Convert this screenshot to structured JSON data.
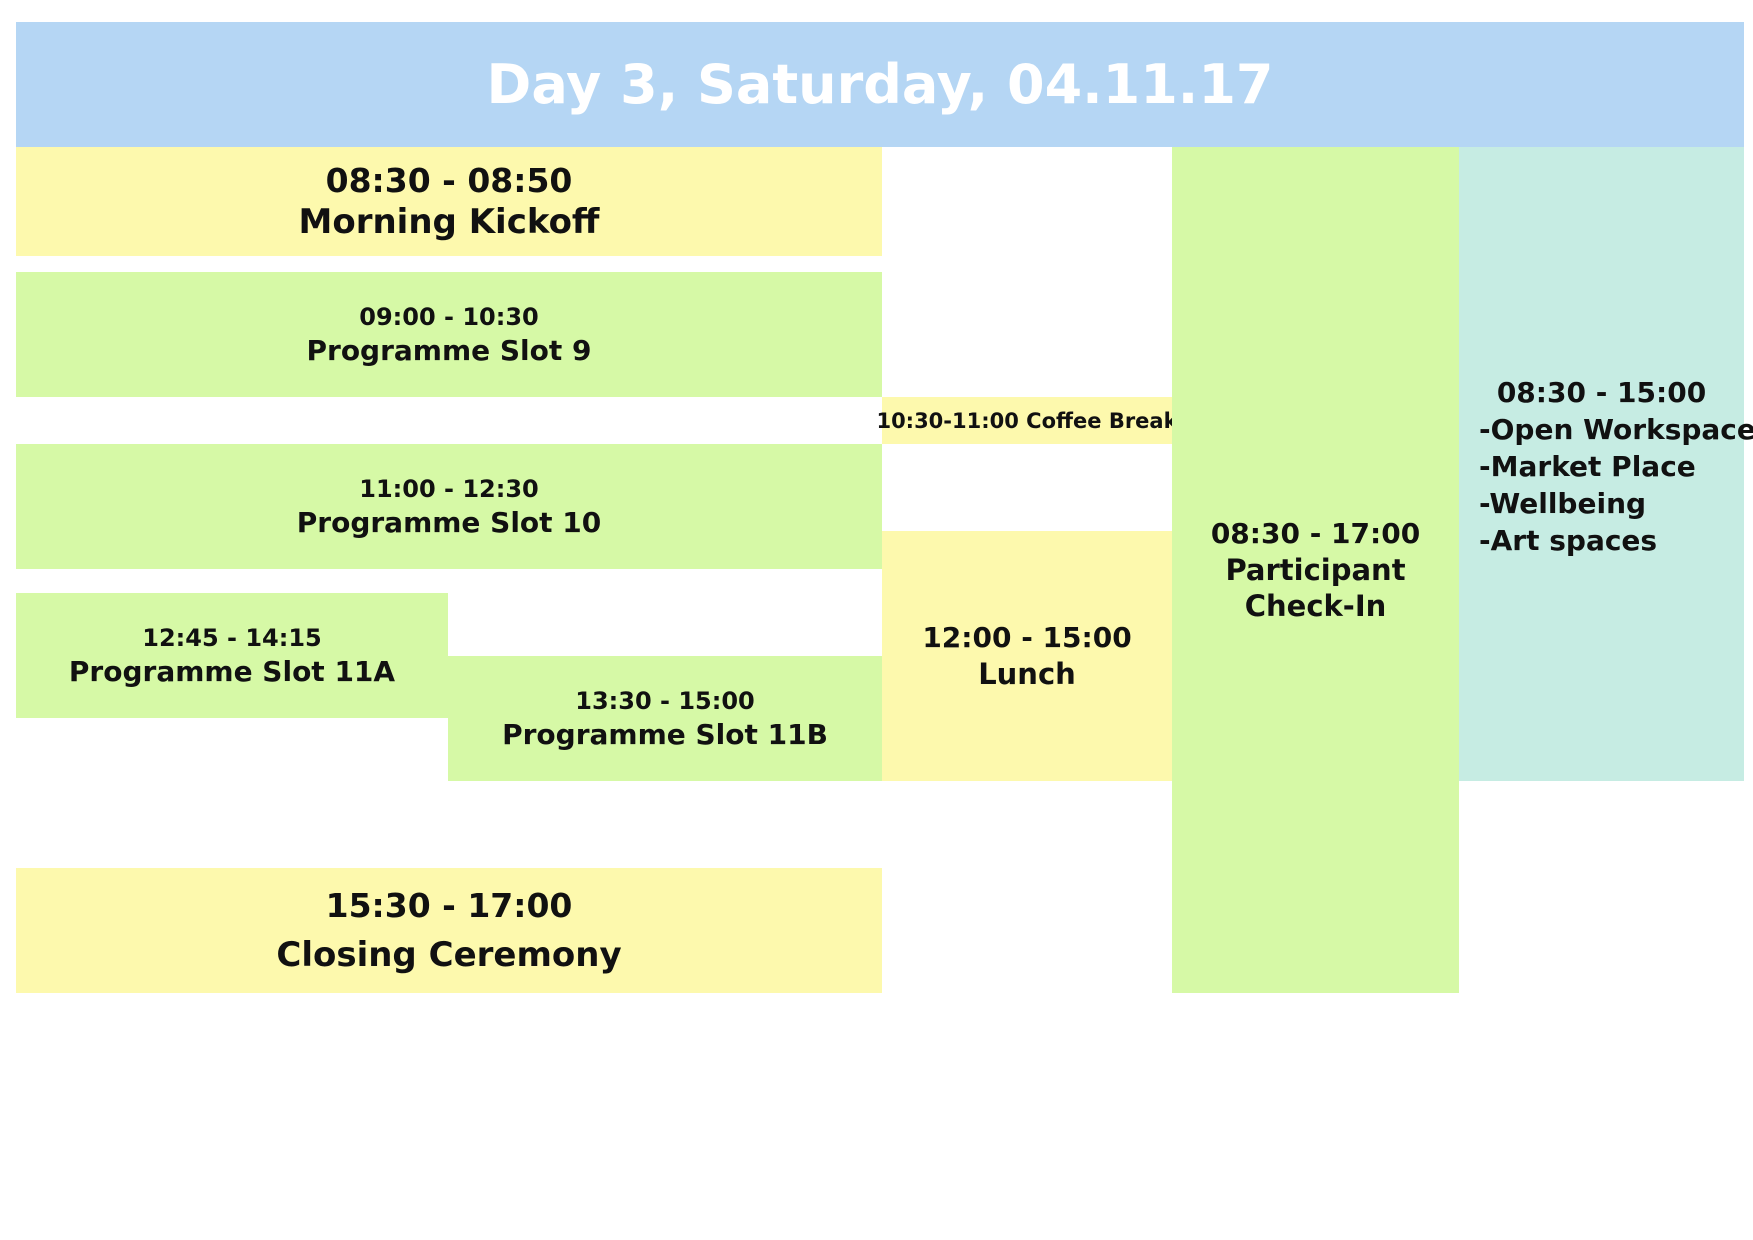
{
  "header": {
    "title": "Day 3, Saturday, 04.11.17"
  },
  "sessions": {
    "kickoff": {
      "time": "08:30 - 08:50",
      "name": "Morning Kickoff"
    },
    "slot9": {
      "time": "09:00 - 10:30",
      "name": "Programme Slot 9"
    },
    "coffee": {
      "label": "10:30-11:00 Coffee Break"
    },
    "slot10": {
      "time": "11:00 - 12:30",
      "name": "Programme Slot 10"
    },
    "slot11a": {
      "time": "12:45 - 14:15",
      "name": "Programme Slot 11A"
    },
    "slot11b": {
      "time": "13:30 - 15:00",
      "name": "Programme Slot 11B"
    },
    "lunch": {
      "time": "12:00 - 15:00",
      "name": "Lunch"
    },
    "checkin": {
      "time": "08:30 - 17:00",
      "name_line1": "Participant",
      "name_line2": "Check-In"
    },
    "spaces": {
      "time": "08:30 - 15:00",
      "items": [
        "-Open Workspace",
        "-Market Place",
        "-Wellbeing",
        "-Art spaces"
      ]
    },
    "closing": {
      "time": "15:30 - 17:00",
      "name": "Closing Ceremony"
    }
  },
  "colors": {
    "header": "#b5d6f4",
    "yellow": "#fdf9ad",
    "green": "#d6f9a6",
    "teal": "#c6ece3"
  }
}
